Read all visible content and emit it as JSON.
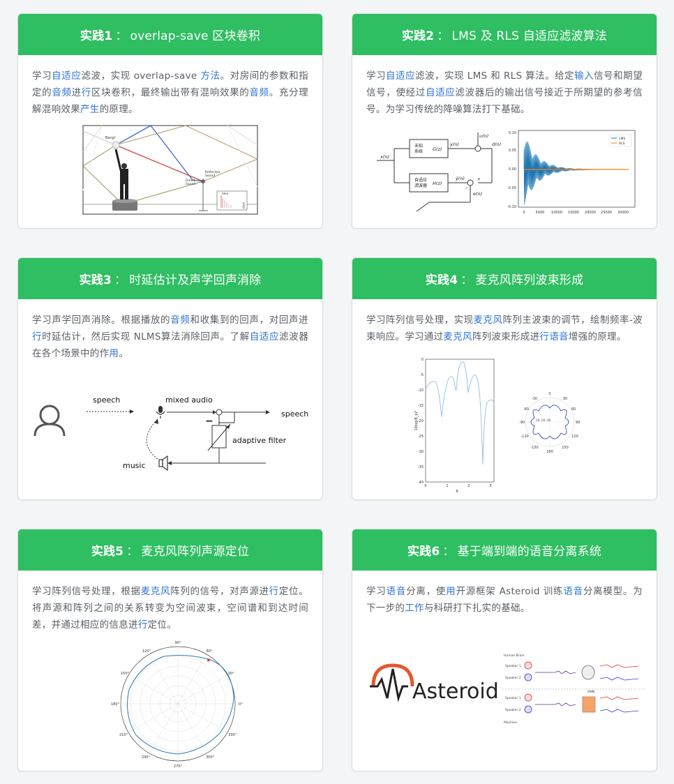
{
  "cards": [
    {
      "label": "实践1",
      "title": "overlap-save 区块卷积",
      "desc_parts": [
        "学习",
        "自适应",
        "滤波，实现 overlap-save ",
        "方法",
        "。对房间的参数和指定的",
        "音频",
        "进",
        "行",
        "区块卷积，最终输出带有混响效果的",
        "音频",
        "。充分理解混响效果",
        "产生",
        "的原理。"
      ],
      "figure": {
        "bang": "Bang!",
        "reflected": "Reflected\nSound",
        "direct": "Direct\nSound",
        "time": "time",
        "amp": "amp"
      }
    },
    {
      "label": "实践2",
      "title": "LMS 及 RLS 自适应滤波算法",
      "desc_parts": [
        "学习",
        "自适应",
        "滤波，实现 LMS 和 RLS 算法。给定",
        "输入",
        "信号和期望信号，使经过",
        "自适应",
        "滤波器后的输出信号接近于所期望的参考信号。为学习传统的降噪算法打下基础。"
      ],
      "figure": {
        "block1_l1": "未知",
        "block1_l2": "系统",
        "g": "G(z)",
        "block2_l1": "自适应",
        "block2_l2": "滤波器",
        "h": "H(z)",
        "xn": "x(n)",
        "yn": "y(n)",
        "un": "u(n)",
        "dn": "d(n)",
        "yhat": "ŷ(n)",
        "en": "e(n)",
        "plus": "+",
        "minus": "−",
        "legend": [
          "LMS",
          "RLS"
        ],
        "yticks": [
          "0.10",
          "0.05",
          "0.00",
          "-0.05",
          "-0.10"
        ],
        "xticks": [
          "0",
          "5000",
          "10000",
          "15000",
          "20000",
          "25000",
          "30000"
        ]
      }
    },
    {
      "label": "实践3",
      "title": "时延估计及声学回声消除",
      "desc_parts": [
        "学习声学回声消除。根据播放的",
        "音频",
        "和收集到的回声，对回声进",
        "行",
        "时延估计，然后实现 NLMS算法消除回声。了解",
        "自适应",
        "滤波器在各个场景中的作",
        "用",
        "。"
      ],
      "figure": {
        "speech_in": "speech",
        "mixed": "mixed audio",
        "speech_out": "speech",
        "adaptive": "adaptive filter",
        "music": "music",
        "minus": "−"
      }
    },
    {
      "label": "实践4",
      "title": "麦克风阵列波束形成",
      "desc_parts": [
        "学习阵列信号处理，实现",
        "麦克风",
        "阵列主波束的调节，绘制频率-波束响应。学习通过",
        "麦克风",
        "阵列波束形成进",
        "行",
        "语音",
        "增强的原理。"
      ],
      "figure": {
        "ylabel": "10log(B_p)²",
        "xlabel": "θ",
        "yticks": [
          "0",
          "-5",
          "-10",
          "-15",
          "-20",
          "-25",
          "-30",
          "-35",
          "-40"
        ],
        "xticks": [
          "0",
          "1",
          "2",
          "3"
        ],
        "polar": [
          "0",
          "30",
          "60",
          "90",
          "120",
          "150",
          "180",
          "-150",
          "-120",
          "-90",
          "-60",
          "-30"
        ],
        "rings": "-10 -20 -30"
      }
    },
    {
      "label": "实践5",
      "title": "麦克风阵列声源定位",
      "desc_parts": [
        "学习阵列信号处理，根据",
        "麦克风",
        "阵列的信号，对声源进",
        "行",
        "定位。将声源和阵列之间的关系转变为空间波束，空间谱和到达时间差，并通过相应的信息进",
        "行",
        "定位。"
      ],
      "figure": {
        "angles": [
          "90°",
          "60°",
          "30°",
          "0°",
          "330°",
          "300°",
          "270°",
          "240°",
          "210°",
          "180°",
          "150°",
          "120°"
        ]
      }
    },
    {
      "label": "实践6",
      "title": "基于端到端的语音分离系统",
      "desc_parts": [
        "学习",
        "语音",
        "分离，使",
        "用",
        "开源框架 Asteroid 训练",
        "语音",
        "分离模型。为下一步的",
        "工作",
        "与科研打下扎实的基础。"
      ],
      "figure": {
        "logo": "Asteroid",
        "human_brain": "Human Brain",
        "speaker1": "Speaker 1",
        "speaker2": "Speaker 2",
        "machine": "Machine",
        "dnn": "DNN"
      }
    }
  ],
  "sep": "：",
  "colors": {
    "accent": "#2fbe62",
    "link": "#2c76d6"
  }
}
